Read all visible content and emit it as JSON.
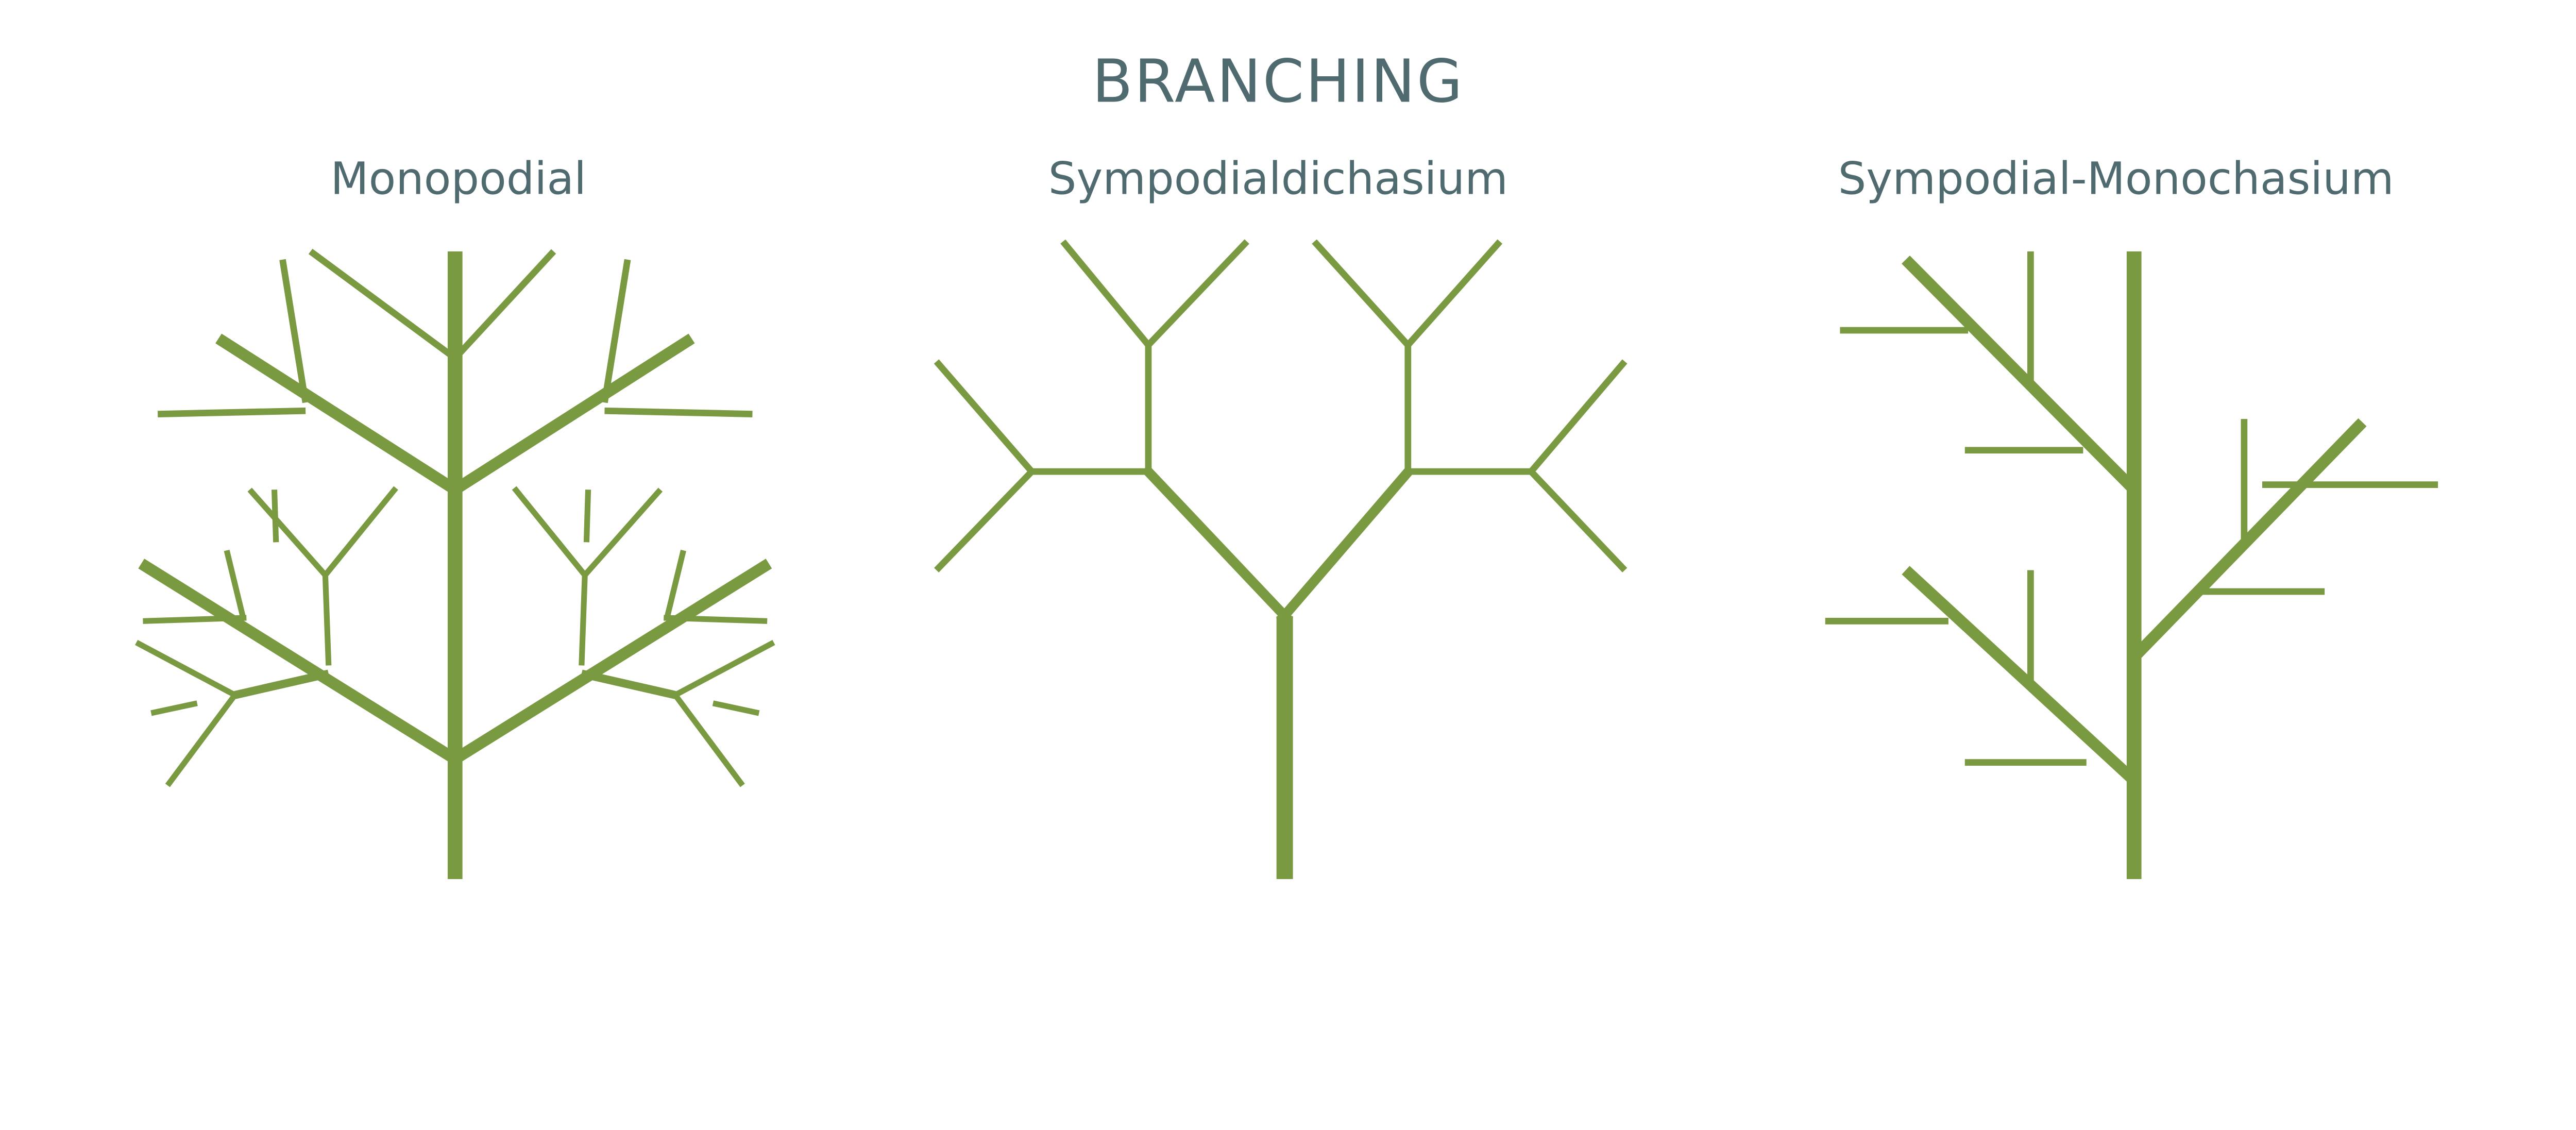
{
  "title": "BRANCHING",
  "diagrams": [
    {
      "label": "Monopodial"
    },
    {
      "label": "Sympodialdichasium"
    },
    {
      "label": "Sympodial-Monochasium"
    }
  ],
  "colors": {
    "branch": "#7a9a42",
    "text": "#4f6b70"
  }
}
